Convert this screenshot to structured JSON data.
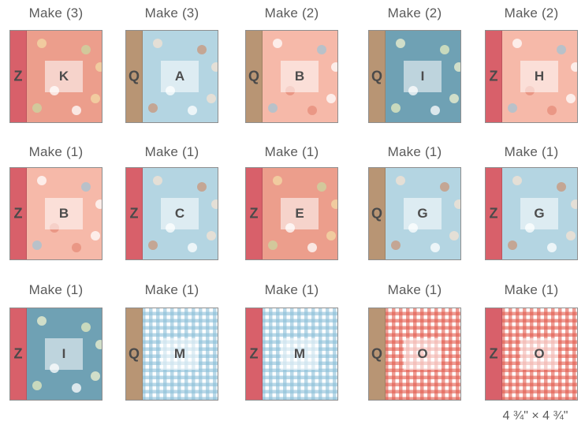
{
  "colors": {
    "Z": "#d8606a",
    "Q": "#b89574",
    "coral": "#ec9e8c",
    "peach": "#f6b9a9",
    "teal": "#6fa1b4",
    "lightblue": "#b4d5e2",
    "gingham_blue": "#8bbfd8",
    "gingham_red": "#e25a4c"
  },
  "blocks": [
    {
      "caption": "Make (3)",
      "strip": "Z",
      "label": "K",
      "fabric": "coral"
    },
    {
      "caption": "Make (3)",
      "strip": "Q",
      "label": "A",
      "fabric": "lightblue"
    },
    {
      "caption": "Make (2)",
      "strip": "Q",
      "label": "B",
      "fabric": "peach"
    },
    {
      "caption": "Make (2)",
      "strip": "Q",
      "label": "I",
      "fabric": "teal"
    },
    {
      "caption": "Make (2)",
      "strip": "Z",
      "label": "H",
      "fabric": "peach"
    },
    {
      "caption": "Make (1)",
      "strip": "Z",
      "label": "B",
      "fabric": "peach"
    },
    {
      "caption": "Make (1)",
      "strip": "Z",
      "label": "C",
      "fabric": "lightblue"
    },
    {
      "caption": "Make (1)",
      "strip": "Z",
      "label": "E",
      "fabric": "coral"
    },
    {
      "caption": "Make (1)",
      "strip": "Q",
      "label": "G",
      "fabric": "lightblue"
    },
    {
      "caption": "Make (1)",
      "strip": "Z",
      "label": "G",
      "fabric": "lightblue"
    },
    {
      "caption": "Make (1)",
      "strip": "Z",
      "label": "I",
      "fabric": "teal"
    },
    {
      "caption": "Make (1)",
      "strip": "Q",
      "label": "M",
      "fabric": "gingham_blue"
    },
    {
      "caption": "Make (1)",
      "strip": "Z",
      "label": "M",
      "fabric": "gingham_blue"
    },
    {
      "caption": "Make (1)",
      "strip": "Q",
      "label": "O",
      "fabric": "gingham_red"
    },
    {
      "caption": "Make (1)",
      "strip": "Z",
      "label": "O",
      "fabric": "gingham_red"
    }
  ],
  "size_note": "4 ¾\" × 4 ¾\""
}
